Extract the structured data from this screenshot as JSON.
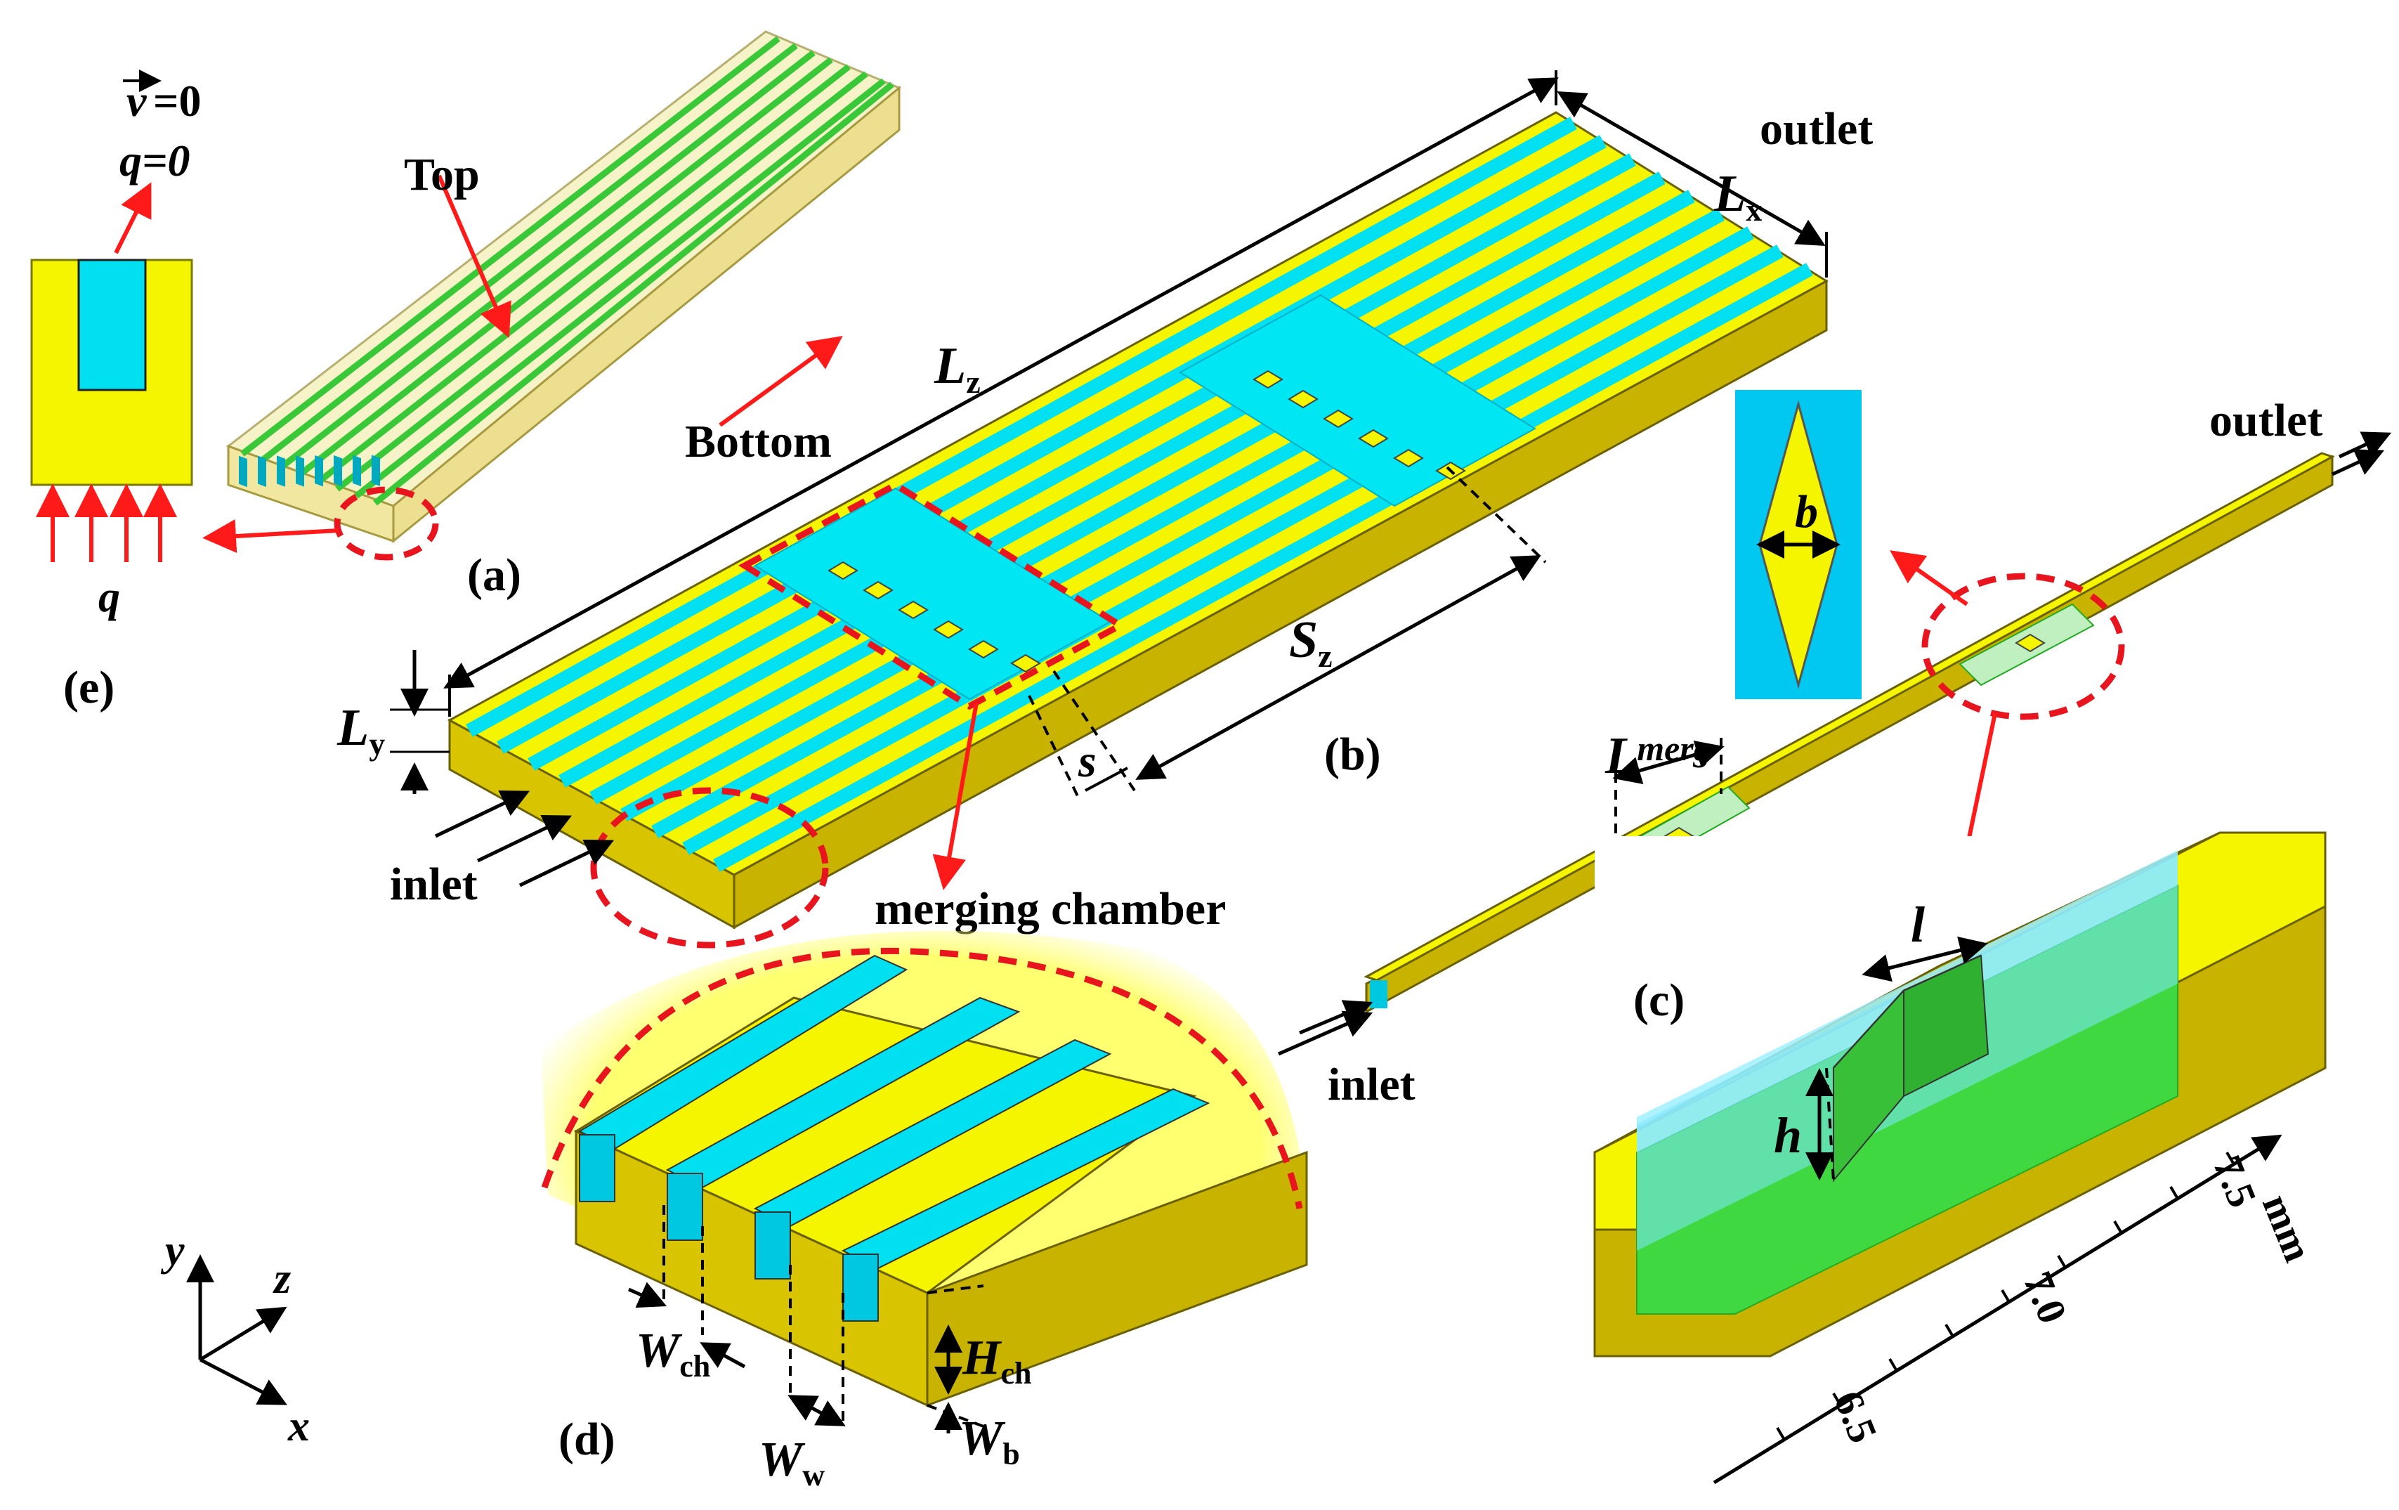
{
  "labels": {
    "a": "(a)",
    "b": "(b)",
    "c": "(c)",
    "d": "(d)",
    "e": "(e)",
    "top": "Top",
    "bottom": "Bottom",
    "outlet_b": "outlet",
    "outlet_c": "outlet",
    "inlet_b": "inlet",
    "inlet_c": "inlet",
    "merging": "merging chamber",
    "v": "v",
    "v_eq": "=0",
    "q_eq": "q=0",
    "q": "q",
    "Lz": "L",
    "Lz_sub": "z",
    "Lx": "L",
    "Lx_sub": "x",
    "Ly": "L",
    "Ly_sub": "y",
    "Sz": "S",
    "Sz_sub": "z",
    "s": "s",
    "Lmerg": "L",
    "Lmerg_sub": "merg",
    "b_dim": "b",
    "l_dim": "l",
    "h_dim": "h",
    "Wch": "W",
    "Wch_sub": "ch",
    "Hch": "H",
    "Hch_sub": "ch",
    "Ww": "W",
    "Ww_sub": "w",
    "Wb": "W",
    "Wb_sub": "b",
    "axis_x": "x",
    "axis_y": "y",
    "axis_z": "z",
    "scale_65": "6.5",
    "scale_70": "7.0",
    "scale_75": "7.5",
    "scale_unit": "mm"
  },
  "colors": {
    "yellow": "#f5f500",
    "yellow_dark": "#c8b400",
    "cyan": "#00e0f0",
    "green": "#38d838",
    "red": "#ff1a1a"
  }
}
